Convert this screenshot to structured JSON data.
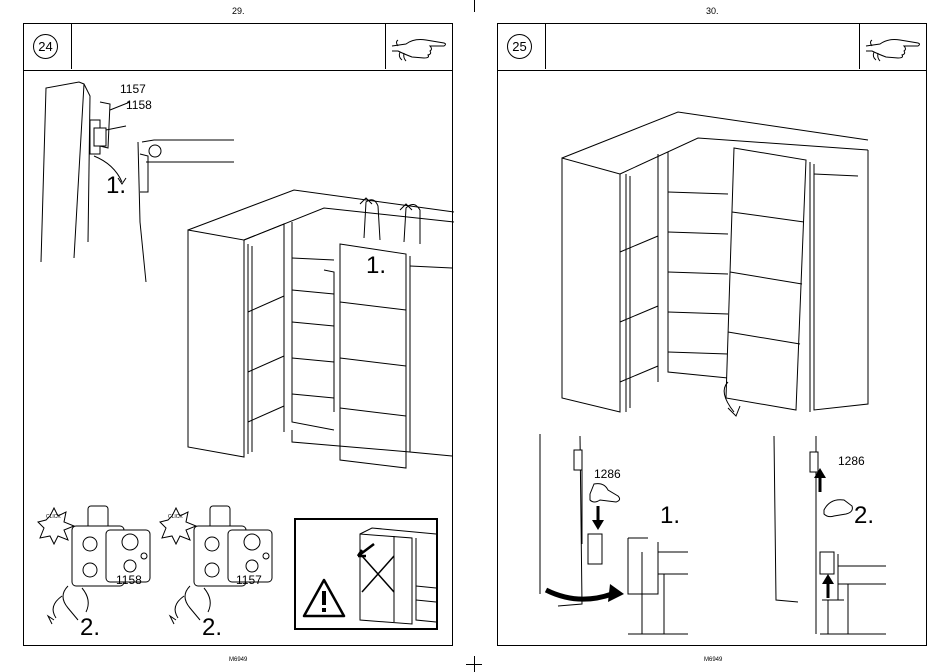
{
  "left_page": {
    "page_number": "29.",
    "step_number": "24",
    "part_labels": {
      "a": "1157",
      "b": "1158"
    },
    "step_labels": {
      "one_a": "1.",
      "one_b": "1."
    },
    "detail_labels": {
      "d1_part": "1158",
      "d1_step": "2.",
      "d2_part": "1157",
      "d2_step": "2.",
      "click_1": "CLICK",
      "click_2": "CLICK"
    },
    "footer_code": "M6949"
  },
  "right_page": {
    "page_number": "30.",
    "step_number": "25",
    "part_labels": {
      "a": "1286",
      "b": "1286"
    },
    "step_labels": {
      "one": "1.",
      "two": "2."
    },
    "footer_code": "M6949"
  },
  "icons": [
    "hand-pointer-icon",
    "warning-triangle-icon"
  ]
}
